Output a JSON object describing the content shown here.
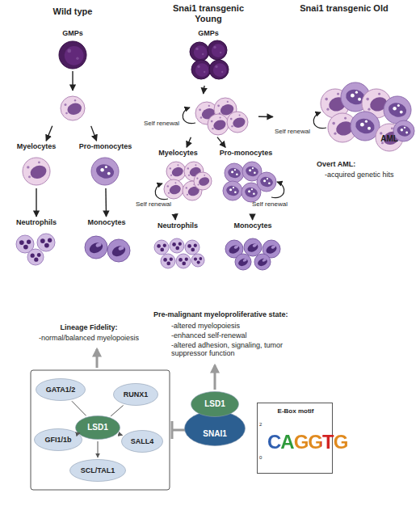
{
  "diagram": {
    "nodes": [
      {
        "text": [
          "GMPs"
        ]
      },
      {
        "text": [
          "Myelocytes"
        ]
      },
      {
        "text": [
          "Pro-monocytes"
        ]
      },
      {
        "text": [
          "Neutrophils"
        ]
      },
      {
        "text": [
          "Monocytes"
        ]
      },
      {
        "text": [
          "GMPs"
        ]
      },
      {
        "text": [
          "Self renewal"
        ]
      },
      {
        "text": [
          "Myelocytes",
          "Self renewal"
        ]
      },
      {
        "text": [
          "Pro-monocytes",
          "Self renewal"
        ]
      },
      {
        "text": [
          "Neutrophils"
        ]
      },
      {
        "text": [
          "Monocytes"
        ]
      },
      {
        "text": [
          "Self renewal",
          "AML"
        ]
      },
      {
        "text": [
          "LSD1"
        ]
      },
      {
        "text": [
          "GATA1/2"
        ]
      },
      {
        "text": [
          "RUNX1"
        ]
      },
      {
        "text": [
          "GFI1/1b"
        ]
      },
      {
        "text": [
          "SALL4"
        ]
      },
      {
        "text": [
          "SCL/TAL1"
        ]
      },
      {
        "text": [
          "LSD1"
        ]
      },
      {
        "text": [
          "SNAI1"
        ]
      },
      {
        "text": [
          "E-Box motif",
          "CAGGTG"
        ]
      }
    ],
    "edges": [
      {
        "from": 0,
        "to": 1,
        "arrow": "to"
      },
      {
        "from": 0,
        "to": 2,
        "arrow": "to"
      },
      {
        "from": 1,
        "to": 3,
        "arrow": "to"
      },
      {
        "from": 2,
        "to": 4,
        "arrow": "to"
      },
      {
        "from": 5,
        "to": 6,
        "arrow": "to"
      },
      {
        "from": 6,
        "to": 7,
        "arrow": "to"
      },
      {
        "from": 6,
        "to": 8,
        "arrow": "to"
      },
      {
        "from": 7,
        "to": 9,
        "arrow": "to"
      },
      {
        "from": 8,
        "to": 10,
        "arrow": "to"
      },
      {
        "from": 6,
        "to": 11,
        "arrow": "to"
      },
      {
        "from": 12,
        "to": 13,
        "arrow": "none"
      },
      {
        "from": 12,
        "to": 14,
        "arrow": "none"
      },
      {
        "from": 12,
        "to": 15,
        "arrow": "to"
      },
      {
        "from": 12,
        "to": 16,
        "arrow": "to"
      },
      {
        "from": 12,
        "to": 17,
        "arrow": "to"
      }
    ],
    "labels": [
      "Wild type",
      "Snai1 transgenic Young",
      "Snai1 transgenic Old",
      "Overt AML:",
      "-acquired genetic hits",
      "Lineage Fidelity:",
      "-normal/balanced myelopoiesis",
      "Pre-malignant myeloproliferative state:",
      "-altered myelopoiesis",
      "-enhanced self-renewal",
      "-altered adhesion, signaling, tumor suppressor function",
      "2",
      "0"
    ]
  }
}
